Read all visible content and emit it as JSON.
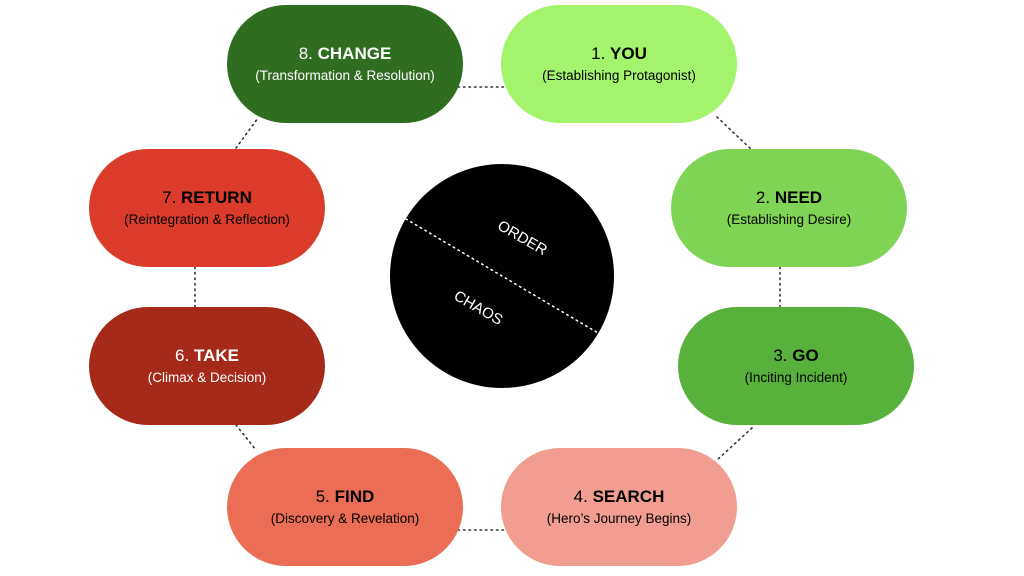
{
  "center": {
    "top_label": "ORDER",
    "bottom_label": "CHAOS",
    "fill": "#000000"
  },
  "steps": [
    {
      "number": "1.",
      "word": "YOU",
      "subtitle": "(Establishing Protagonist)",
      "color": "#a3f46c"
    },
    {
      "number": "2.",
      "word": "NEED",
      "subtitle": "(Establishing Desire)",
      "color": "#80d455"
    },
    {
      "number": "3.",
      "word": "GO",
      "subtitle": "(Inciting Incident)",
      "color": "#58b13a"
    },
    {
      "number": "4.",
      "word": "SEARCH",
      "subtitle": "(Hero’s Journey Begins)",
      "color": "#f19d90"
    },
    {
      "number": "5.",
      "word": "FIND",
      "subtitle": "(Discovery & Revelation)",
      "color": "#ec6d56"
    },
    {
      "number": "6.",
      "word": "TAKE",
      "subtitle": "(Climax & Decision)",
      "color": "#a52a1a"
    },
    {
      "number": "7.",
      "word": "RETURN",
      "subtitle": "(Reintegration & Reflection)",
      "color": "#da3b2a"
    },
    {
      "number": "8.",
      "word": "CHANGE",
      "subtitle": "(Transformation & Resolution)",
      "color": "#2f6d21"
    }
  ]
}
